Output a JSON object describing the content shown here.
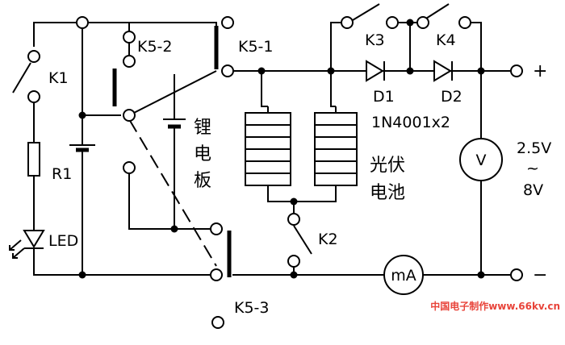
{
  "labels": {
    "k1": "K1",
    "k2": "K2",
    "k3": "K3",
    "k4": "K4",
    "k51": "K5-1",
    "k52": "K5-2",
    "k53": "K5-3",
    "r1": "R1",
    "led": "LED",
    "d1": "D1",
    "d2": "D2",
    "diode_part": "1N4001x2",
    "battery": [
      "锂",
      "电",
      "板"
    ],
    "solar": [
      "光伏",
      "电池"
    ],
    "plus": "+",
    "minus": "−",
    "voltmeter": "V",
    "ammeter": "mA",
    "range_low": "2.5V",
    "range_sep": "~",
    "range_high": "8V"
  },
  "watermark": "中国电子制作www.66kv.cn",
  "colors": {
    "line": "#000000",
    "watermark": "#e8443a",
    "background": "#ffffff"
  }
}
